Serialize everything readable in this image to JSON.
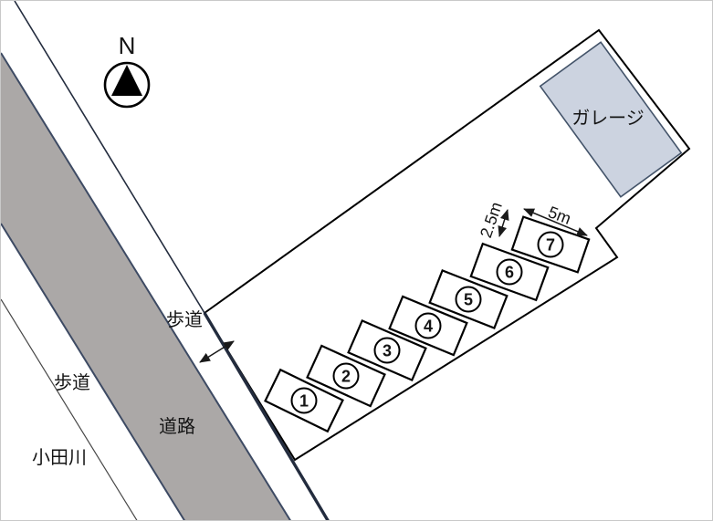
{
  "compass": {
    "label": "N"
  },
  "labels": {
    "garage": "ガレージ",
    "sidewalk_right": "歩道",
    "sidewalk_left": "歩道",
    "road": "道路",
    "river": "小田川"
  },
  "dimensions": {
    "space_depth": "2.5m",
    "space_width": "5m"
  },
  "parking_spaces": [
    {
      "label": "1"
    },
    {
      "label": "2"
    },
    {
      "label": "3"
    },
    {
      "label": "4"
    },
    {
      "label": "5"
    },
    {
      "label": "6"
    },
    {
      "label": "7"
    }
  ],
  "colors": {
    "road_fill": "#aba8a7",
    "road_edge": "#3d4a63",
    "boundary_line": "#232c3e",
    "river_line": "#474747",
    "garage_fill": "#ccd3e0",
    "garage_stroke": "#44546a",
    "outline": "#000000"
  }
}
